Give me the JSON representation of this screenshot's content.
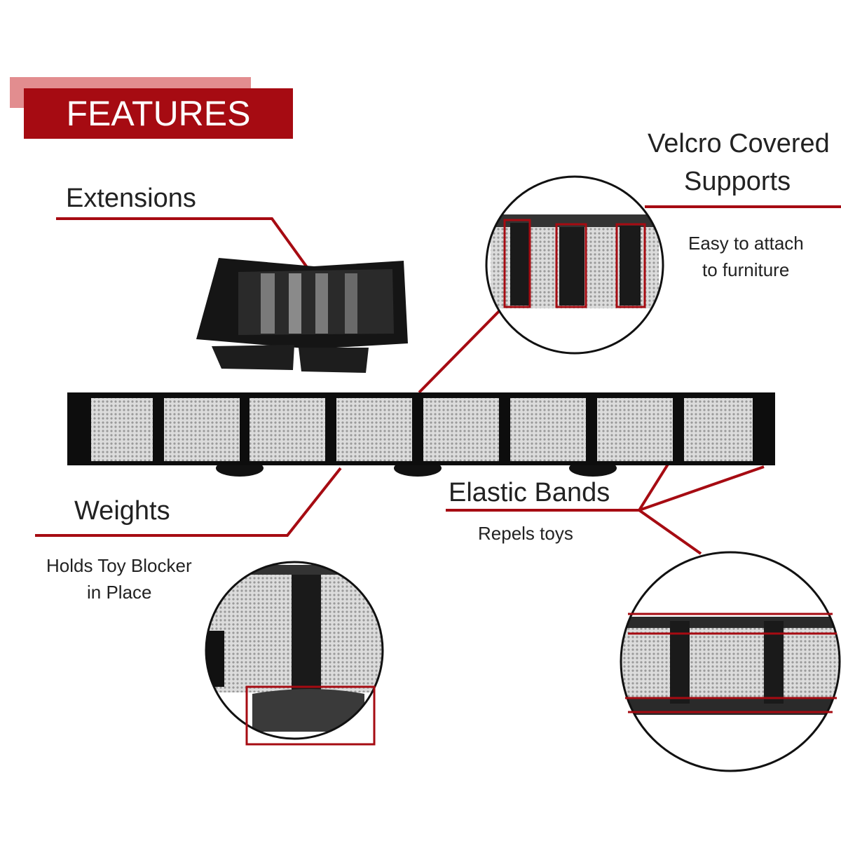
{
  "banner": {
    "title": "FEATURES"
  },
  "features": {
    "extensions": {
      "title": "Extensions"
    },
    "velcro": {
      "title_line1": "Velcro Covered",
      "title_line2": "Supports",
      "desc_line1": "Easy to attach",
      "desc_line2": "to furniture"
    },
    "weights": {
      "title": "Weights",
      "desc_line1": "Holds Toy Blocker",
      "desc_line2": "in Place"
    },
    "elastic": {
      "title": "Elastic Bands",
      "desc": "Repels toys"
    }
  },
  "colors": {
    "accent": "#a60b12",
    "banner_shadow": "#e28d8f",
    "product": "#111111",
    "mesh": "#cfcfcf"
  }
}
